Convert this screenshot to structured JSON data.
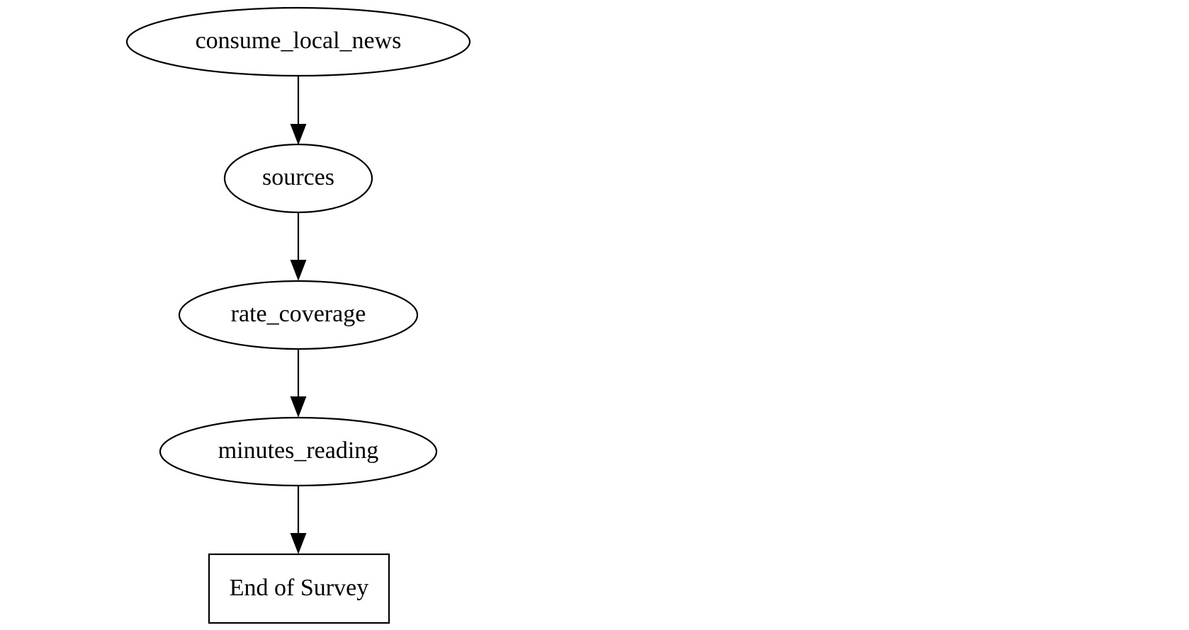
{
  "diagram": {
    "nodes": [
      {
        "id": "consume_local_news",
        "label": "consume_local_news",
        "shape": "ellipse"
      },
      {
        "id": "sources",
        "label": "sources",
        "shape": "ellipse"
      },
      {
        "id": "rate_coverage",
        "label": "rate_coverage",
        "shape": "ellipse"
      },
      {
        "id": "minutes_reading",
        "label": "minutes_reading",
        "shape": "ellipse"
      },
      {
        "id": "end_of_survey",
        "label": "End of Survey",
        "shape": "box"
      }
    ],
    "edges": [
      {
        "from": "consume_local_news",
        "to": "sources"
      },
      {
        "from": "sources",
        "to": "rate_coverage"
      },
      {
        "from": "rate_coverage",
        "to": "minutes_reading"
      },
      {
        "from": "minutes_reading",
        "to": "end_of_survey"
      }
    ]
  }
}
